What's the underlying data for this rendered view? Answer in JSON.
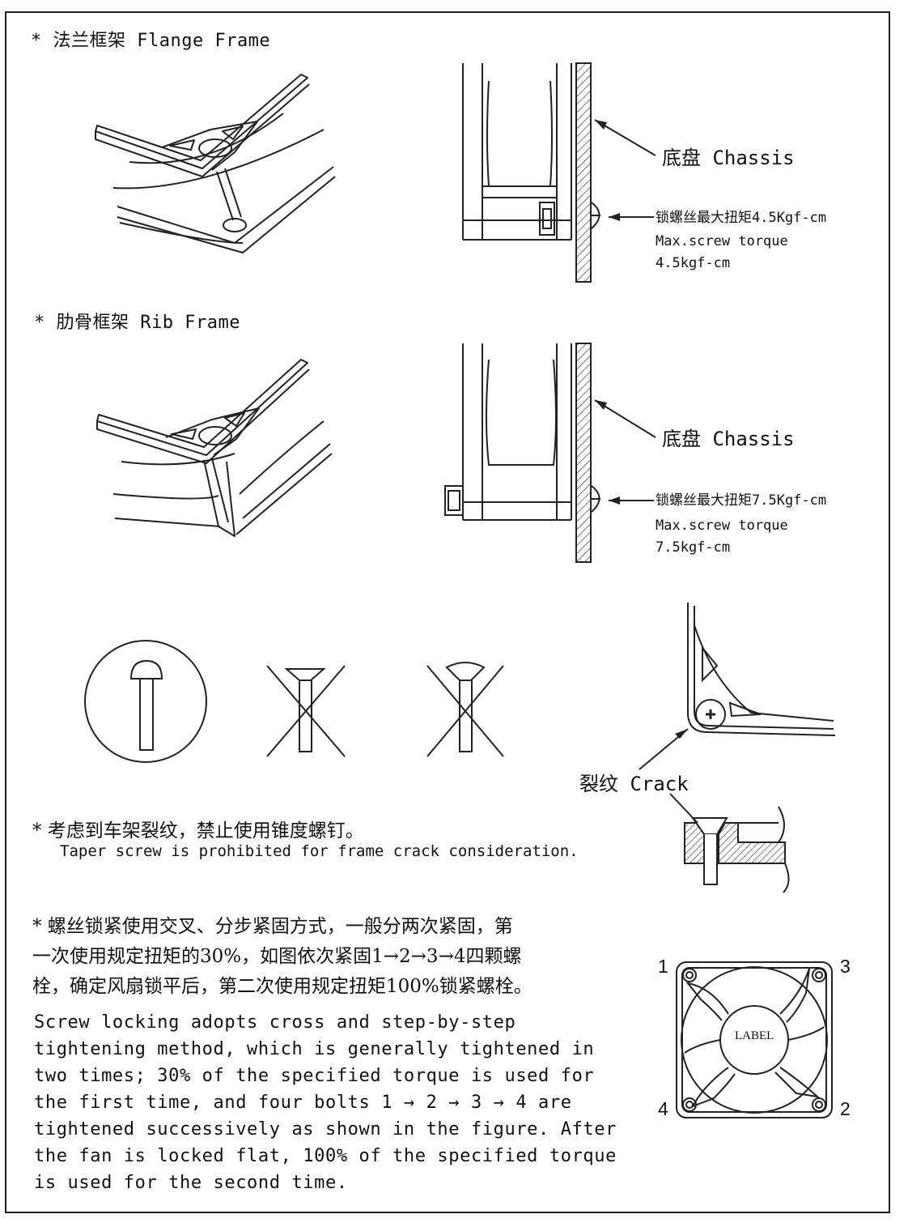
{
  "flange": {
    "heading": "* 法兰框架 Flange Frame",
    "chassis_label": "底盘 Chassis",
    "torque_cn": "锁螺丝最大扭矩4.5Kgf-cm",
    "torque_en_1": "Max.screw torque",
    "torque_en_2": "4.5kgf-cm"
  },
  "rib": {
    "heading": "* 肋骨框架 Rib Frame",
    "chassis_label": "底盘 Chassis",
    "torque_cn": "锁螺丝最大扭矩7.5Kgf-cm",
    "torque_en_1": "Max.screw torque",
    "torque_en_2": "7.5kgf-cm"
  },
  "crack": {
    "label": "裂纹 Crack",
    "note_cn": "* 考虑到车架裂纹，禁止使用锥度螺钉。",
    "note_en": "Taper screw is prohibited for frame crack consideration."
  },
  "locking": {
    "cn_line1": "* 螺丝锁紧使用交叉、分步紧固方式，一般分两次紧固，第",
    "cn_line2": "一次使用规定扭矩的30%，如图依次紧固1→2→3→4四颗螺",
    "cn_line3": "栓，确定风扇锁平后，第二次使用规定扭矩100%锁紧螺栓。",
    "en_lines": [
      "  Screw locking adopts cross and step-by-step",
      "tightening method, which is generally tightened in",
      "two times; 30% of the specified torque is used for",
      "the first time, and four bolts 1 → 2 → 3 → 4 are",
      "tightened successively as shown in the figure. After",
      "the fan is locked flat, 100% of the specified torque",
      "is used for the second time."
    ]
  },
  "fan": {
    "label": "LABEL",
    "corner_1": "1",
    "corner_2": "2",
    "corner_3": "3",
    "corner_4": "4"
  }
}
